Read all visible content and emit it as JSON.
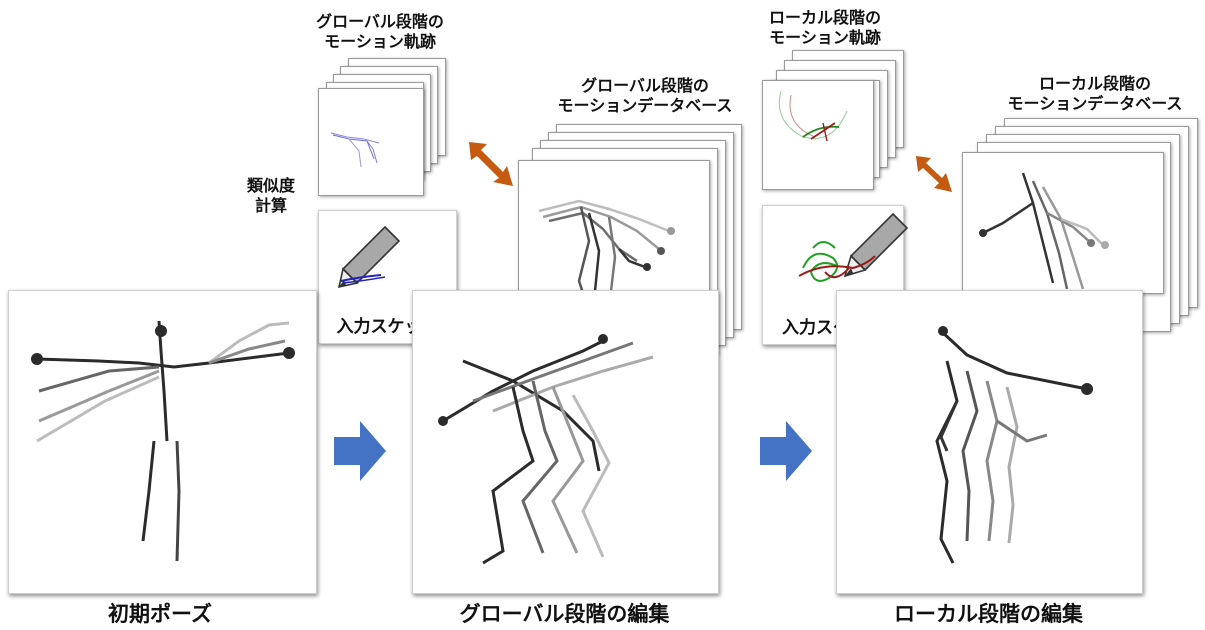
{
  "captions": {
    "initial_pose": "初期ポーズ",
    "global_edit": "グローバル段階の編集",
    "local_edit": "ローカル段階の編集"
  },
  "labels": {
    "global_trajectory": "グローバル段階の\nモーション軌跡",
    "global_database": "グローバル段階の\nモーションデータベース",
    "local_trajectory": "ローカル段階の\nモーション軌跡",
    "local_database": "ローカル段階の\nモーションデータベース",
    "similarity": "類似度\n計算"
  },
  "sketch_panels": {
    "global_input": "入力スケッチ",
    "local_input": "入力スケッチ"
  },
  "colors": {
    "flow_arrow": "#4472C4",
    "double_arrow": "#C55A11",
    "sketch_blue": "#2020C0",
    "sketch_green": "#22A022",
    "sketch_red": "#9B1B1B",
    "skeleton_dark": "#2b2b2b",
    "skeleton_light": "#bcbcbc"
  },
  "icons": [
    "pencil-icon",
    "right-arrow-icon",
    "double-arrow-icon"
  ]
}
